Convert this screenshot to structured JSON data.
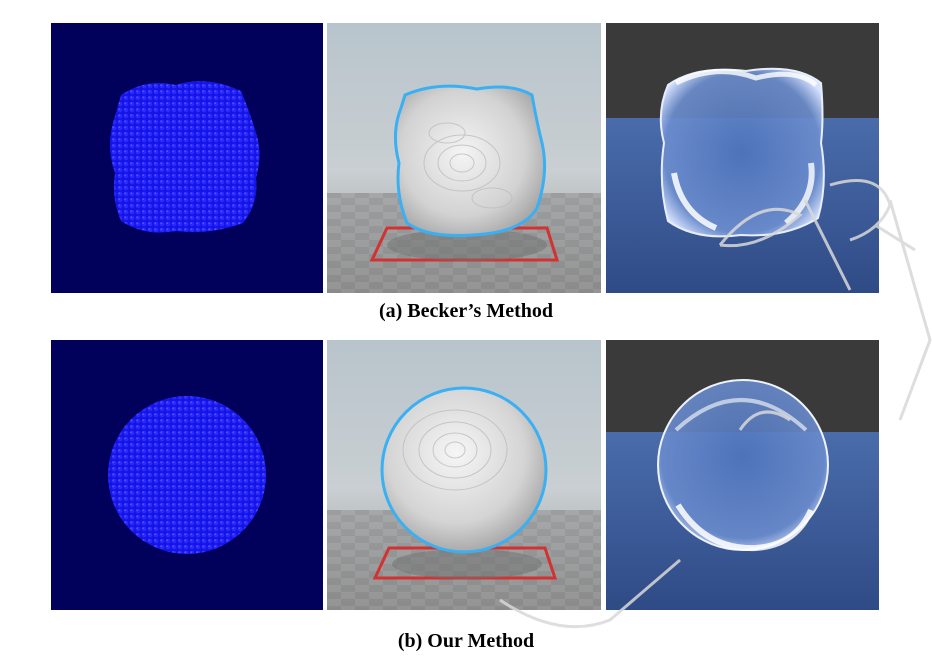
{
  "figure": {
    "rows": [
      {
        "caption": "(a) Becker’s Method",
        "panels": [
          {
            "kind": "particles",
            "shape": "deformed-cube"
          },
          {
            "kind": "surface",
            "shape": "deformed-cube"
          },
          {
            "kind": "render",
            "shape": "deformed-cube"
          }
        ]
      },
      {
        "caption": "(b) Our Method",
        "panels": [
          {
            "kind": "particles",
            "shape": "sphere"
          },
          {
            "kind": "surface",
            "shape": "sphere"
          },
          {
            "kind": "render",
            "shape": "sphere"
          }
        ]
      }
    ],
    "colors": {
      "particle_bg": "#01005a",
      "particle_blue": "#1414e6",
      "outline_cyan": "#3ab0f2",
      "floor_red": "#d23232",
      "render_floor": "#3f5e9c",
      "render_wall": "#3a3a3a"
    }
  }
}
